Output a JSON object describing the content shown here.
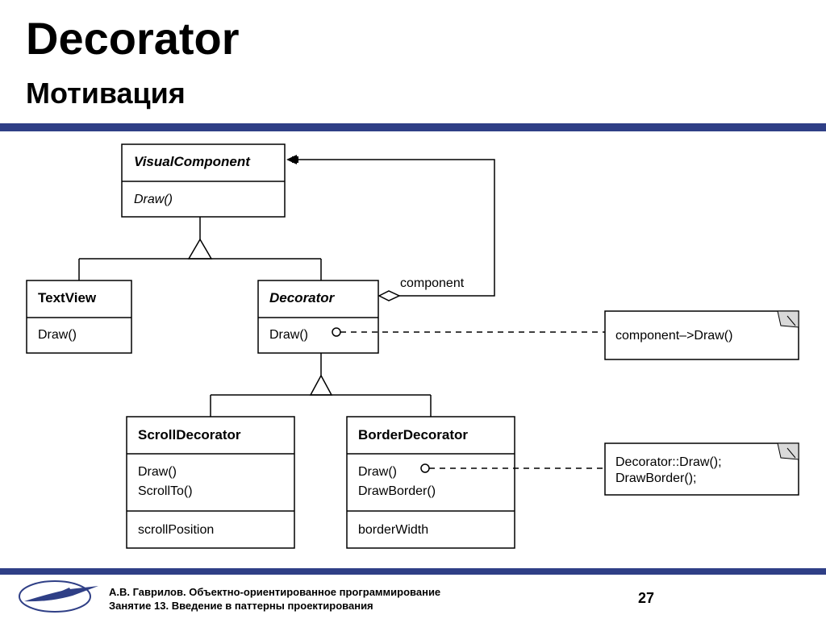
{
  "slide": {
    "title": "Decorator",
    "subtitle": "Мотивация",
    "footer_line1": "А.В. Гаврилов. Объектно-ориентированное программирование",
    "footer_line2": "Занятие 13. Введение в паттерны проектирования",
    "page_number": "27",
    "accent_color": "#2f3f86"
  },
  "diagram": {
    "classes": {
      "visual_component": {
        "name": "VisualComponent",
        "op1": "Draw()"
      },
      "text_view": {
        "name": "TextView",
        "op1": "Draw()"
      },
      "decorator": {
        "name": "Decorator",
        "op1": "Draw()"
      },
      "scroll_decorator": {
        "name": "ScrollDecorator",
        "op1": "Draw()",
        "op2": "ScrollTo()",
        "attr1": "scrollPosition"
      },
      "border_decorator": {
        "name": "BorderDecorator",
        "op1": "Draw()",
        "op2": "DrawBorder()",
        "attr1": "borderWidth"
      }
    },
    "association_label": "component",
    "notes": {
      "decorator_draw": {
        "line1": "component–>Draw()"
      },
      "border_draw": {
        "line1": "Decorator::Draw();",
        "line2": "DrawBorder();"
      }
    }
  }
}
